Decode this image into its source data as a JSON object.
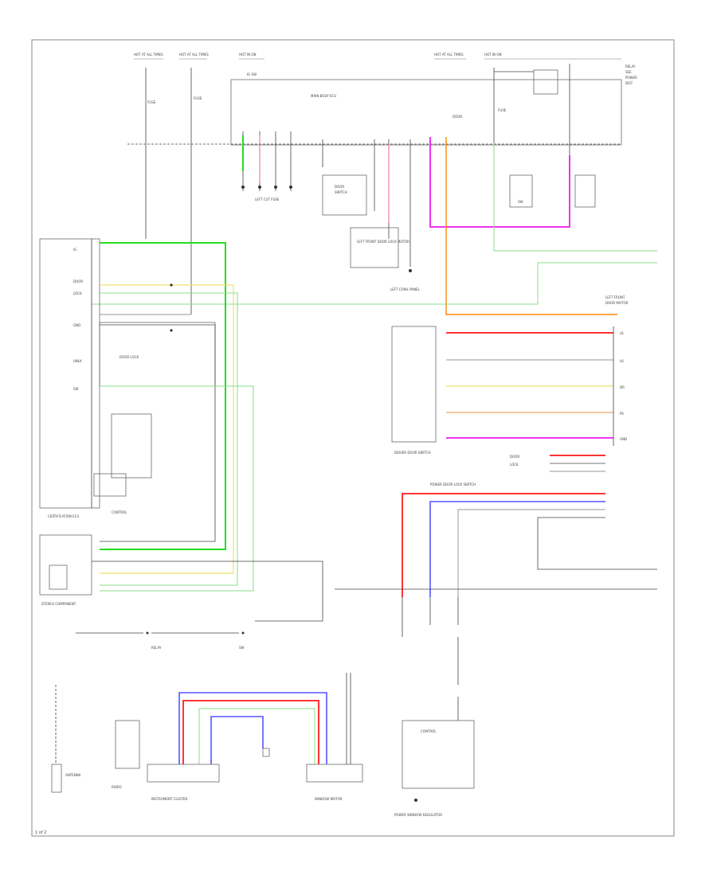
{
  "diagram": {
    "page_number": "1 of 2",
    "title_text": "",
    "labels": {
      "main_body_ecu": "MAIN BODY ECU",
      "left_cutting_fuse": "LEFT CUT FUSE",
      "certification_ecu": "CERTIFICATION ECU",
      "left_front_door_lock": "LEFT FRONT DOOR LOCK MOTOR",
      "driver_door_switch": "DRIVER DOOR SWITCH",
      "left_cowl_panel": "LEFT COWL PANEL",
      "power_door_switch": "POWER DOOR LOCK SWITCH",
      "stereo_component": "STEREO COMPONENT",
      "instrument_cluster": "INSTRUMENT CLUSTER",
      "power_window_regulator": "POWER WINDOW REGULATOR",
      "window_motor": "WINDOW MOTOR",
      "radio": "RADIO",
      "antenna": "ANTENNA"
    },
    "colors": {
      "green": "#22dd22",
      "magenta": "#ee33ee",
      "orange": "#ff8800",
      "red": "#ff3333",
      "blue": "#5555ff",
      "yellow": "#f0e070",
      "pink": "#f08098"
    }
  }
}
